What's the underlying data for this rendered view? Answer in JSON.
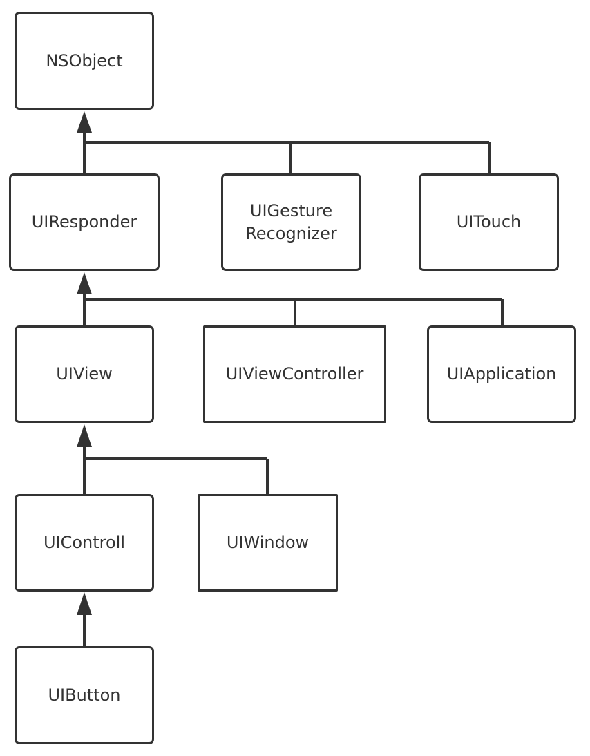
{
  "diagram": {
    "line_color": "#333333",
    "nodes": {
      "nsobject": "NSObject",
      "uiresponder": "UIResponder",
      "uigesture_recognizer": "UIGesture\nRecognizer",
      "uitouch": "UITouch",
      "uiview": "UIView",
      "uiviewcontroller": "UIViewController",
      "uiapplication": "UIApplication",
      "uicontroll": "UIControll",
      "uiwindow": "UIWindow",
      "uibutton": "UIButton"
    },
    "relations": [
      {
        "child": "UIResponder",
        "parent": "NSObject"
      },
      {
        "child": "UIGesture Recognizer",
        "parent": "NSObject"
      },
      {
        "child": "UITouch",
        "parent": "NSObject"
      },
      {
        "child": "UIView",
        "parent": "UIResponder"
      },
      {
        "child": "UIViewController",
        "parent": "UIResponder"
      },
      {
        "child": "UIApplication",
        "parent": "UIResponder"
      },
      {
        "child": "UIControll",
        "parent": "UIView"
      },
      {
        "child": "UIWindow",
        "parent": "UIView"
      },
      {
        "child": "UIButton",
        "parent": "UIControll"
      }
    ]
  }
}
